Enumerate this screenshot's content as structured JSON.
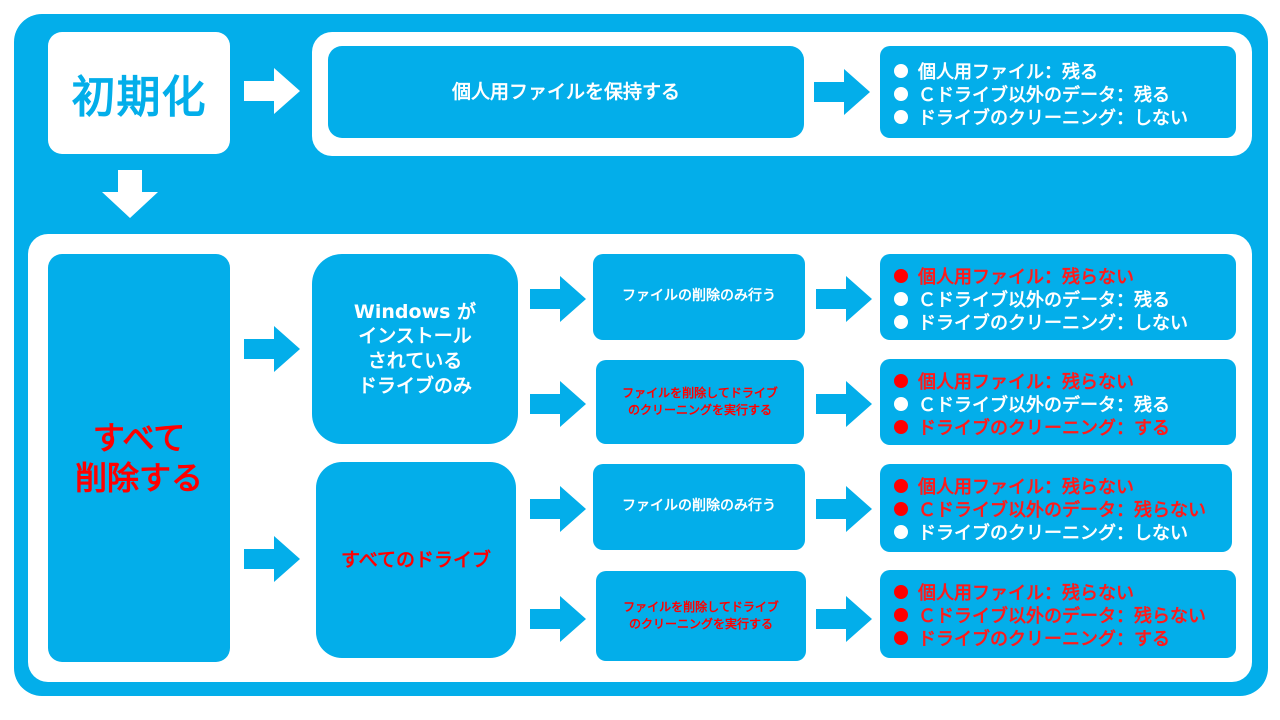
{
  "colors": {
    "primary": "#03aeea",
    "panel": "#ffffff",
    "text_light": "#ffffff",
    "highlight": "#ff0000"
  },
  "title": "初期化",
  "keep": {
    "label": "個人用ファイルを保持する",
    "results": [
      {
        "text": "個人用ファイル：残る",
        "highlight": false
      },
      {
        "text": "Ｃドライブ以外のデータ：残る",
        "highlight": false
      },
      {
        "text": "ドライブのクリーニング：しない",
        "highlight": false
      }
    ]
  },
  "delete_all": {
    "label_line1": "すべて",
    "label_line2": "削除する",
    "windows_drive": {
      "lines": [
        "Windows が",
        "インストール",
        "されている",
        "ドライブのみ"
      ],
      "options": [
        {
          "label_lines": [
            "ファイルの削除のみ行う"
          ],
          "highlight": false,
          "results": [
            {
              "text": "個人用ファイル：残らない",
              "highlight": true
            },
            {
              "text": "Ｃドライブ以外のデータ：残る",
              "highlight": false
            },
            {
              "text": "ドライブのクリーニング：しない",
              "highlight": false
            }
          ]
        },
        {
          "label_lines": [
            "ファイルを削除してドライブ",
            "のクリーニングを実行する"
          ],
          "highlight": true,
          "results": [
            {
              "text": "個人用ファイル：残らない",
              "highlight": true
            },
            {
              "text": "Ｃドライブ以外のデータ：残る",
              "highlight": false
            },
            {
              "text": "ドライブのクリーニング：する",
              "highlight": true
            }
          ]
        }
      ]
    },
    "all_drives": {
      "label": "すべてのドライブ",
      "options": [
        {
          "label_lines": [
            "ファイルの削除のみ行う"
          ],
          "highlight": false,
          "results": [
            {
              "text": "個人用ファイル：残らない",
              "highlight": true
            },
            {
              "text": "Ｃドライブ以外のデータ：残らない",
              "highlight": true
            },
            {
              "text": "ドライブのクリーニング：しない",
              "highlight": false
            }
          ]
        },
        {
          "label_lines": [
            "ファイルを削除してドライブ",
            "のクリーニングを実行する"
          ],
          "highlight": true,
          "results": [
            {
              "text": "個人用ファイル：残らない",
              "highlight": true
            },
            {
              "text": "Ｃドライブ以外のデータ：残らない",
              "highlight": true
            },
            {
              "text": "ドライブのクリーニング：する",
              "highlight": true
            }
          ]
        }
      ]
    }
  }
}
